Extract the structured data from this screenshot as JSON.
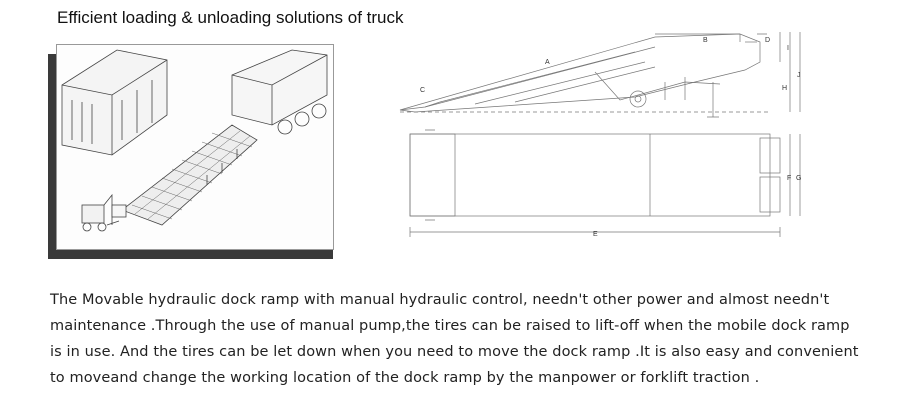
{
  "heading": "Efficient loading & unloading solutions of truck",
  "drawing_labels": {
    "a": "A",
    "b": "B",
    "c": "C",
    "d": "D",
    "e": "E",
    "f": "F",
    "g": "G",
    "h": "H",
    "i": "I",
    "j": "J"
  },
  "description_lines": [
    "The Movable hydraulic dock ramp with manual hydraulic control, needn't other power and almost needn't",
    "maintenance .Through the use of manual pump,the tires can be raised to lift-off when the mobile dock ramp",
    "is in use. And the tires can be let down when you need to move the dock ramp .It is also easy and convenient",
    "to moveand change the working location of the dock ramp by the manpower or forklift traction ."
  ]
}
